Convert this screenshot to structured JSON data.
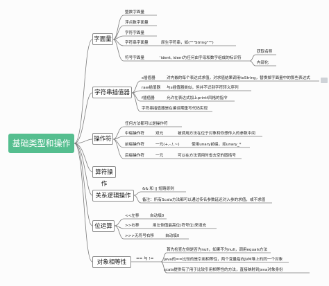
{
  "root": "基础类型和操作",
  "branches": {
    "literals": {
      "label": "字面量",
      "items": [
        "整数字面量",
        "浮点数字面量",
        "字符字面量",
        "字符串字面量",
        "符号字面量"
      ],
      "string_note": "原生字符串，如(\"\"\"String\"\"\")",
      "symbol_note": "'ident, ident为任何由字母和数字组成的标识符",
      "symbol_sub": [
        "获取名称",
        "内部化"
      ]
    },
    "interpolation": {
      "label": "字符串插值器",
      "rows": [
        {
          "name": "s插值器",
          "desc": "对内嵌的每个表达式求值，对求值结果调用toString，替换掉字面量中的那些表达式"
        },
        {
          "name": "raw插值器",
          "desc": "与s插值器类似，但并不识别字符转义序列"
        },
        {
          "name": "f插值器",
          "desc": "允许在表达式加上printf风格的指令"
        }
      ],
      "extra": "字符串插值器是在编译期重写代码实现"
    },
    "operators": {
      "label": "操作符",
      "intro": "任何方法都可以是操作符",
      "rows": [
        {
          "name": "中缀操作符",
          "kind": "双元",
          "desc": "被调用方法在位于对象和你想传入的参数中间"
        },
        {
          "name": "前缀操作符",
          "kind": "一元(+,-,!,~)",
          "desc": "使用unary前缀，如unary_*"
        },
        {
          "name": "后缀操作符",
          "kind": "一元",
          "desc": "可以在方法调用时省去空的圆括号"
        }
      ]
    },
    "arithmetic": {
      "label": "算符操作"
    },
    "logical": {
      "label": "关系逻辑操作",
      "items": [
        "&& 和 || 短路原则",
        "备注：所有Scala方法都可以通过传名参数延迟对入参的求值，或不求值"
      ]
    },
    "bitwise": {
      "label": "位运算",
      "rows": [
        {
          "op": "<<左移",
          "desc": "自动填0"
        },
        {
          "op": ">>右移",
          "desc": "用左侧值最高位(符号位)来填充"
        },
        {
          "op": ">>>无符号右移",
          "desc": "自动填0"
        }
      ]
    },
    "equality": {
      "label": "对象相等性",
      "op": "== 与 !=",
      "items": [
        "首先检查左侧是否为null，如果不为null，调用equals方法",
        "java的==比较的是引用相等性，两个变量指向JVM堆上的同一个对象",
        "scala提供有了用于比较引用相等性的方法，直接映射到Java对象身份"
      ]
    }
  }
}
